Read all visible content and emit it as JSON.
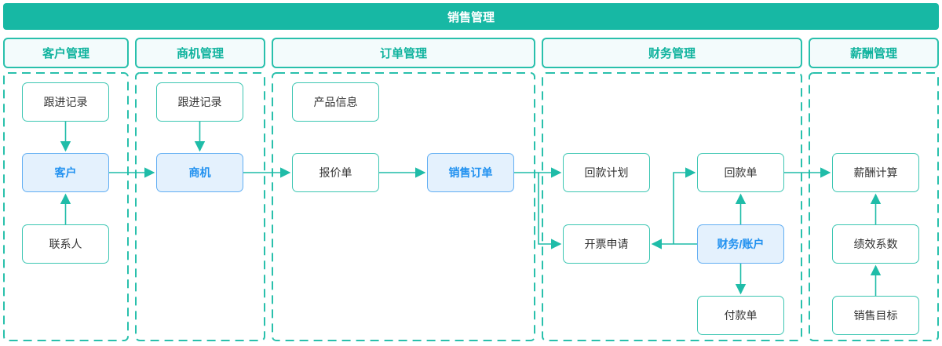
{
  "title": "销售管理",
  "columns": [
    {
      "id": "customer",
      "label": "客户管理"
    },
    {
      "id": "opportunity",
      "label": "商机管理"
    },
    {
      "id": "order",
      "label": "订单管理"
    },
    {
      "id": "finance",
      "label": "财务管理"
    },
    {
      "id": "salary",
      "label": "薪酬管理"
    }
  ],
  "nodes": {
    "follow_record_customer": {
      "label": "跟进记录",
      "type": "normal",
      "column": "客户管理"
    },
    "customer": {
      "label": "客户",
      "type": "highlight",
      "column": "客户管理"
    },
    "contact": {
      "label": "联系人",
      "type": "normal",
      "column": "客户管理"
    },
    "follow_record_opportunity": {
      "label": "跟进记录",
      "type": "normal",
      "column": "商机管理"
    },
    "opportunity": {
      "label": "商机",
      "type": "highlight",
      "column": "商机管理"
    },
    "product_info": {
      "label": "产品信息",
      "type": "normal",
      "column": "订单管理"
    },
    "quotation": {
      "label": "报价单",
      "type": "normal",
      "column": "订单管理"
    },
    "sales_order": {
      "label": "销售订单",
      "type": "highlight",
      "column": "订单管理"
    },
    "collection_plan": {
      "label": "回款计划",
      "type": "normal",
      "column": "财务管理"
    },
    "invoice_request": {
      "label": "开票申请",
      "type": "normal",
      "column": "财务管理"
    },
    "collection_receipt": {
      "label": "回款单",
      "type": "normal",
      "column": "财务管理"
    },
    "finance_account": {
      "label": "财务/账户",
      "type": "highlight",
      "column": "财务管理"
    },
    "payment_order": {
      "label": "付款单",
      "type": "normal",
      "column": "财务管理"
    },
    "salary_calc": {
      "label": "薪酬计算",
      "type": "normal",
      "column": "薪酬管理"
    },
    "performance_coefficient": {
      "label": "绩效系数",
      "type": "normal",
      "column": "薪酬管理"
    },
    "sales_target": {
      "label": "销售目标",
      "type": "normal",
      "column": "薪酬管理"
    }
  },
  "edges": [
    {
      "from": "follow_record_customer",
      "to": "customer"
    },
    {
      "from": "contact",
      "to": "customer"
    },
    {
      "from": "customer",
      "to": "opportunity"
    },
    {
      "from": "follow_record_opportunity",
      "to": "opportunity"
    },
    {
      "from": "opportunity",
      "to": "quotation"
    },
    {
      "from": "quotation",
      "to": "sales_order"
    },
    {
      "from": "sales_order",
      "to": "collection_plan"
    },
    {
      "from": "sales_order",
      "to": "invoice_request"
    },
    {
      "from": "finance_account",
      "to": "invoice_request"
    },
    {
      "from": "finance_account",
      "to": "collection_receipt",
      "via": "left-elbow"
    },
    {
      "from": "finance_account",
      "to": "collection_receipt",
      "via": "direct-up"
    },
    {
      "from": "finance_account",
      "to": "payment_order"
    },
    {
      "from": "collection_receipt",
      "to": "salary_calc"
    },
    {
      "from": "performance_coefficient",
      "to": "salary_calc"
    },
    {
      "from": "sales_target",
      "to": "performance_coefficient"
    }
  ],
  "colors": {
    "title_bar_teal": "#17b8a4",
    "line_teal": "#1fbca8",
    "node_border_teal": "#3cc6b2",
    "header_text_teal": "#10b39e",
    "highlight_fill": "#e4f1fd",
    "highlight_border": "#61aef3",
    "highlight_text": "#2191f0"
  }
}
